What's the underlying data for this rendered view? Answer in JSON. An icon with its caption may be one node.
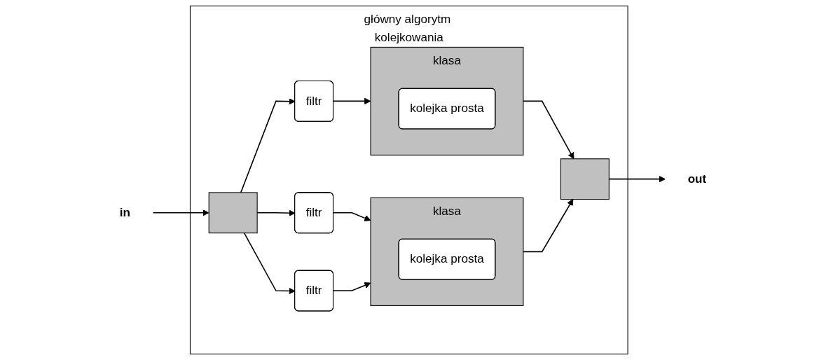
{
  "diagram": {
    "nodes": [
      {
        "text": [
          "in"
        ]
      },
      {
        "text": [
          "główny algorytm kolejkowania"
        ]
      },
      {
        "text": [],
        "shape": "bar",
        "in": 1
      },
      {
        "text": [
          "filtr"
        ],
        "in": 1
      },
      {
        "text": [
          "filtr"
        ],
        "in": 1
      },
      {
        "text": [
          "filtr"
        ],
        "in": 1
      },
      {
        "text": [
          "klasa"
        ],
        "in": 1
      },
      {
        "text": [
          "kolejka prosta"
        ],
        "in": 6
      },
      {
        "text": [
          "klasa"
        ],
        "in": 1
      },
      {
        "text": [
          "kolejka prosta"
        ],
        "in": 8
      },
      {
        "text": [],
        "shape": "bar",
        "in": 1
      },
      {
        "text": [
          "out"
        ]
      }
    ],
    "edges": [
      {
        "from": 0,
        "to": 2,
        "arrow": "to"
      },
      {
        "from": 2,
        "to": 3,
        "arrow": "to"
      },
      {
        "from": 2,
        "to": 4,
        "arrow": "to"
      },
      {
        "from": 2,
        "to": 5,
        "arrow": "to"
      },
      {
        "from": 3,
        "to": 6,
        "arrow": "to"
      },
      {
        "from": 4,
        "to": 8,
        "arrow": "to"
      },
      {
        "from": 5,
        "to": 8,
        "arrow": "to"
      },
      {
        "from": 6,
        "to": 10,
        "arrow": "to"
      },
      {
        "from": 8,
        "to": 10,
        "arrow": "to"
      },
      {
        "from": 10,
        "to": 11,
        "arrow": "to"
      }
    ]
  }
}
